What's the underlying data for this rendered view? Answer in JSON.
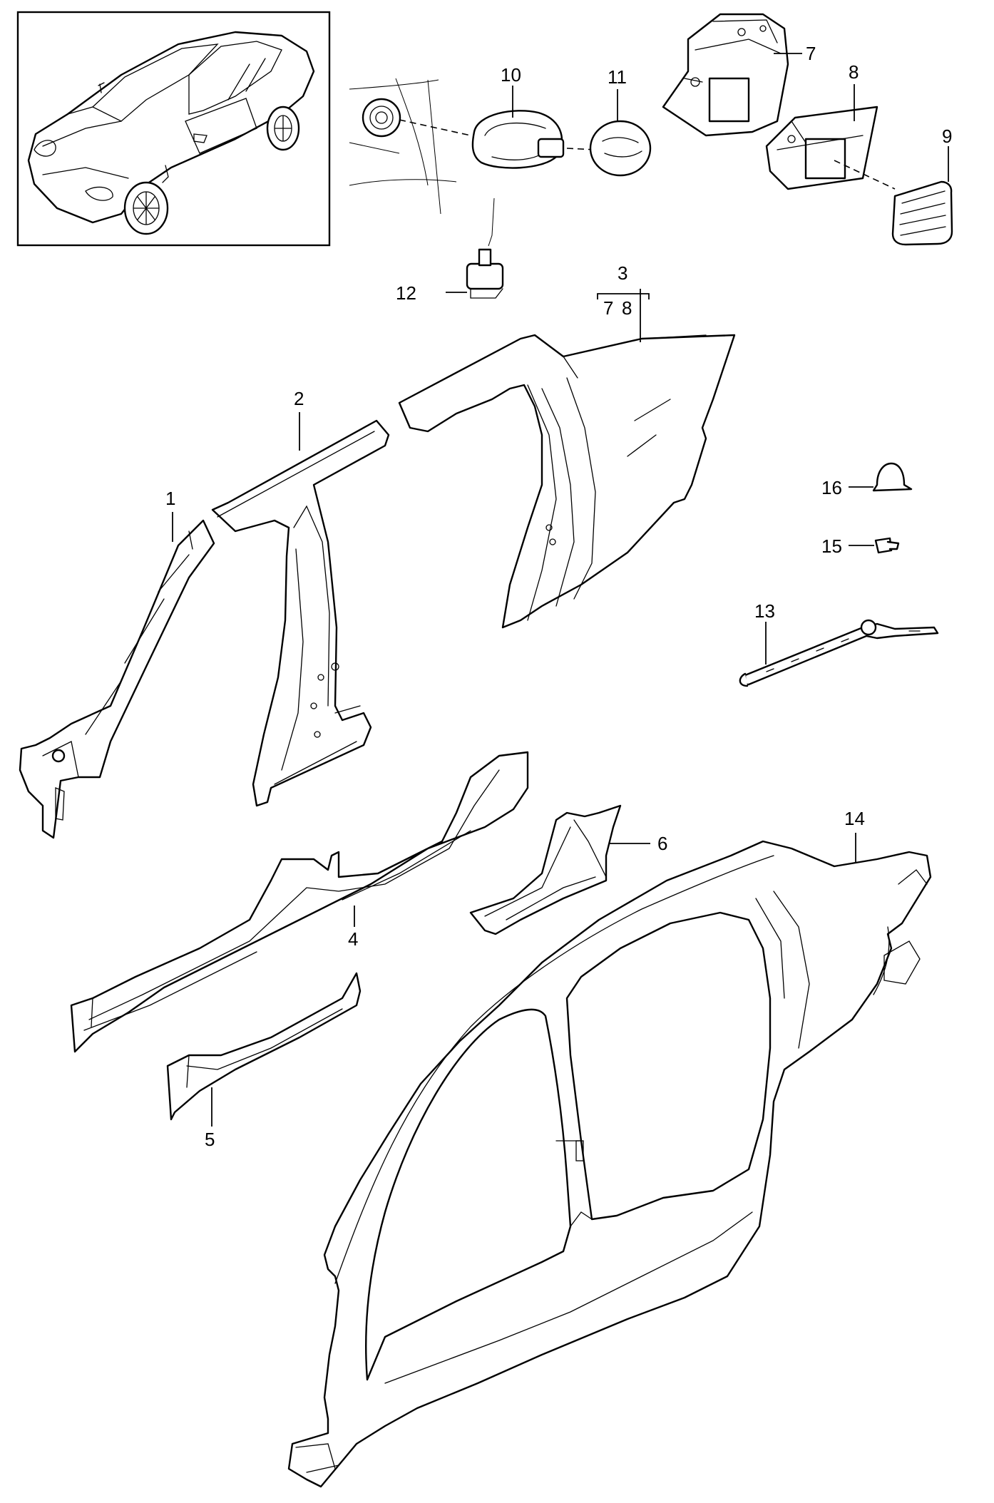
{
  "callouts": {
    "c1": "1",
    "c2": "2",
    "c3": "3",
    "c3a": "7",
    "c3b": "8",
    "c4": "4",
    "c5": "5",
    "c6": "6",
    "c7": "7",
    "c8": "8",
    "c9": "9",
    "c10": "10",
    "c11": "11",
    "c12": "12",
    "c13": "13",
    "c14": "14",
    "c15": "15",
    "c16": "16"
  }
}
